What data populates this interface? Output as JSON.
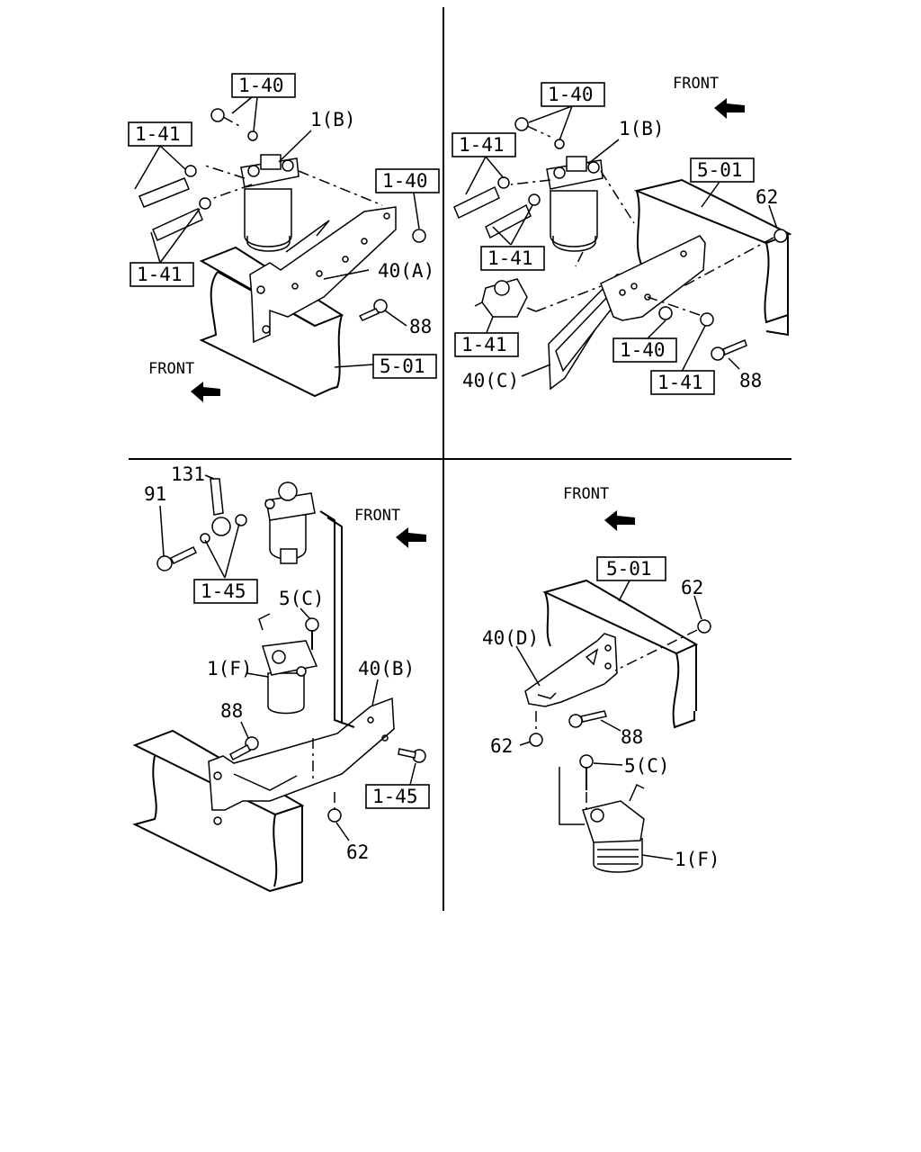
{
  "quadrants": {
    "top_left": {
      "front": "FRONT",
      "boxed": {
        "a": "1-40",
        "b": "1-41",
        "c": "1-40",
        "d": "1-41",
        "e": "5-01"
      },
      "labels": {
        "filter": "1(B)",
        "bracket": "40(A)",
        "bolt": "88"
      }
    },
    "top_right": {
      "front": "FRONT",
      "boxed": {
        "a": "1-40",
        "b": "1-41",
        "c": "5-01",
        "d": "1-41",
        "e": "1-41",
        "f": "1-40",
        "g": "1-41"
      },
      "labels": {
        "filter": "1(B)",
        "nut": "62",
        "bracket": "40(C)",
        "bolt": "88"
      }
    },
    "bottom_left": {
      "front": "FRONT",
      "boxed": {
        "a": "1-45",
        "b": "1-45"
      },
      "labels": {
        "eyebolt": "91",
        "hose": "131",
        "screw": "5(C)",
        "filter": "1(F)",
        "bracket": "40(B)",
        "bolt": "88",
        "nut": "62"
      }
    },
    "bottom_right": {
      "front": "FRONT",
      "boxed": {
        "a": "5-01"
      },
      "labels": {
        "nut_top": "62",
        "bracket": "40(D)",
        "bolt": "88",
        "nut_bottom": "62",
        "screw": "5(C)",
        "filter": "1(F)"
      }
    }
  }
}
